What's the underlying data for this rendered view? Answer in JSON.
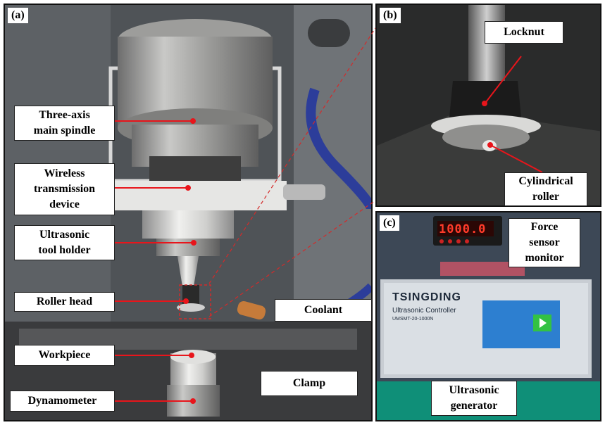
{
  "panels": {
    "a": {
      "label": "(a)"
    },
    "b": {
      "label": "(b)"
    },
    "c": {
      "label": "(c)"
    }
  },
  "callouts": {
    "spindle_1": "Three-axis",
    "spindle_2": "main spindle",
    "wireless_1": "Wireless",
    "wireless_2": "transmission",
    "wireless_3": "device",
    "holder_1": "Ultrasonic",
    "holder_2": "tool holder",
    "roller_head": "Roller head",
    "coolant": "Coolant",
    "workpiece": "Workpiece",
    "clamp": "Clamp",
    "dynamometer": "Dynamometer",
    "locknut": "Locknut",
    "cyl_1": "Cylindrical",
    "cyl_2": "roller",
    "force_1": "Force",
    "force_2": "sensor",
    "force_3": "monitor",
    "gen_1": "Ultrasonic",
    "gen_2": "generator"
  },
  "device": {
    "brand": "TSINGDING",
    "model": "Ultrasonic Controller",
    "code": "UMSMT-20-1000N",
    "display": "1000.0"
  },
  "colors": {
    "arrow": "#e8151b",
    "dash": "#d42a2a"
  }
}
